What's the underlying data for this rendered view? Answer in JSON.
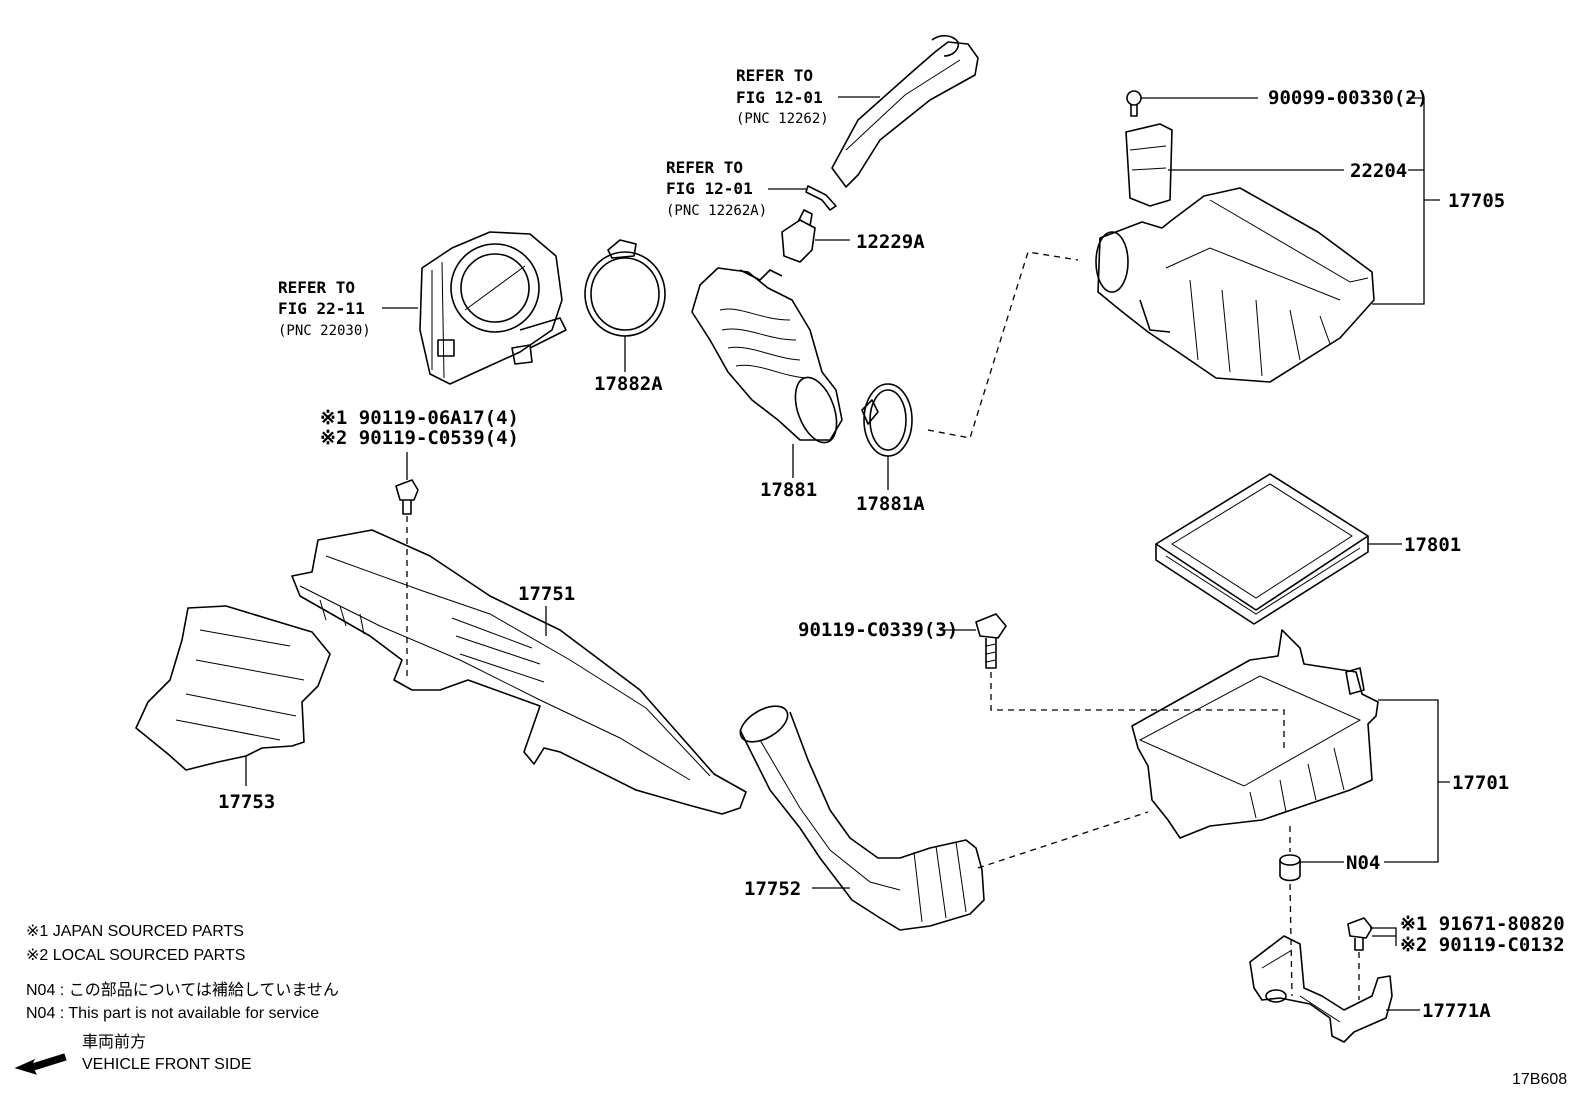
{
  "refs": [
    {
      "line1": "REFER TO",
      "line2": "FIG 12-01",
      "line3": "(PNC 12262)"
    },
    {
      "line1": "REFER TO",
      "line2": "FIG 12-01",
      "line3": "(PNC 12262A)"
    },
    {
      "line1": "REFER TO",
      "line2": "FIG 22-11",
      "line3": "(PNC 22030)"
    }
  ],
  "parts": {
    "p90099": "90099-00330(2)",
    "p22204": "22204",
    "p17705": "17705",
    "p12229A": "12229A",
    "p17882A": "17882A",
    "p17881": "17881",
    "p17881A": "17881A",
    "bolt_a1": "※1 90119-06A17(4)",
    "bolt_a2": "※2 90119-C0539(4)",
    "p17751": "17751",
    "p17753": "17753",
    "p17801": "17801",
    "p90119c0339": "90119-C0339(3)",
    "p17701": "17701",
    "pN04": "N04",
    "p17752": "17752",
    "bolt_b1": "※1 91671-80820",
    "bolt_b2": "※2 90119-C0132",
    "p17771A": "17771A"
  },
  "notes": {
    "note1": "※1 JAPAN SOURCED PARTS",
    "note2": "※2 LOCAL SOURCED PARTS",
    "note3": "N04 : この部品については補給していません",
    "note4": "N04 : This part is not available for service",
    "front_jp": "車両前方",
    "front_en": "VEHICLE FRONT SIDE"
  },
  "figure_id": "17B608"
}
